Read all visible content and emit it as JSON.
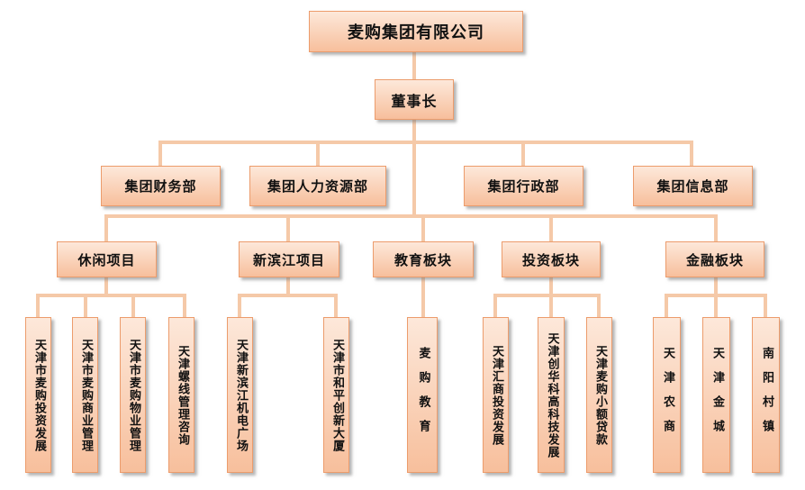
{
  "org": {
    "company": "麦购集团有限公司",
    "chairman": "董事长",
    "departments": [
      "集团财务部",
      "集团人力资源部",
      "集团行政部",
      "集团信息部"
    ],
    "divisions": [
      {
        "name": "休闲项目",
        "units": [
          "天津市麦购投资发展",
          "天津市麦购商业管理",
          "天津市麦购物业管理",
          "天津螺线管理咨询"
        ]
      },
      {
        "name": "新滨江项目",
        "units": [
          "天津新滨江机电广场",
          "天津市和平创新大厦"
        ]
      },
      {
        "name": "教育板块",
        "units": [
          "麦购教育"
        ]
      },
      {
        "name": "投资板块",
        "units": [
          "天津汇商投资发展",
          "天津创华科高科技发展",
          "天津麦购小额贷款"
        ]
      },
      {
        "name": "金融板块",
        "units": [
          "天津农商",
          "天津金城",
          "南阳村镇"
        ]
      }
    ]
  },
  "colors": {
    "box_fill_top": "#fde8da",
    "box_fill_bottom": "#f7bf9c",
    "box_border": "#ec9c6c",
    "connector": "#f5c9a8"
  }
}
